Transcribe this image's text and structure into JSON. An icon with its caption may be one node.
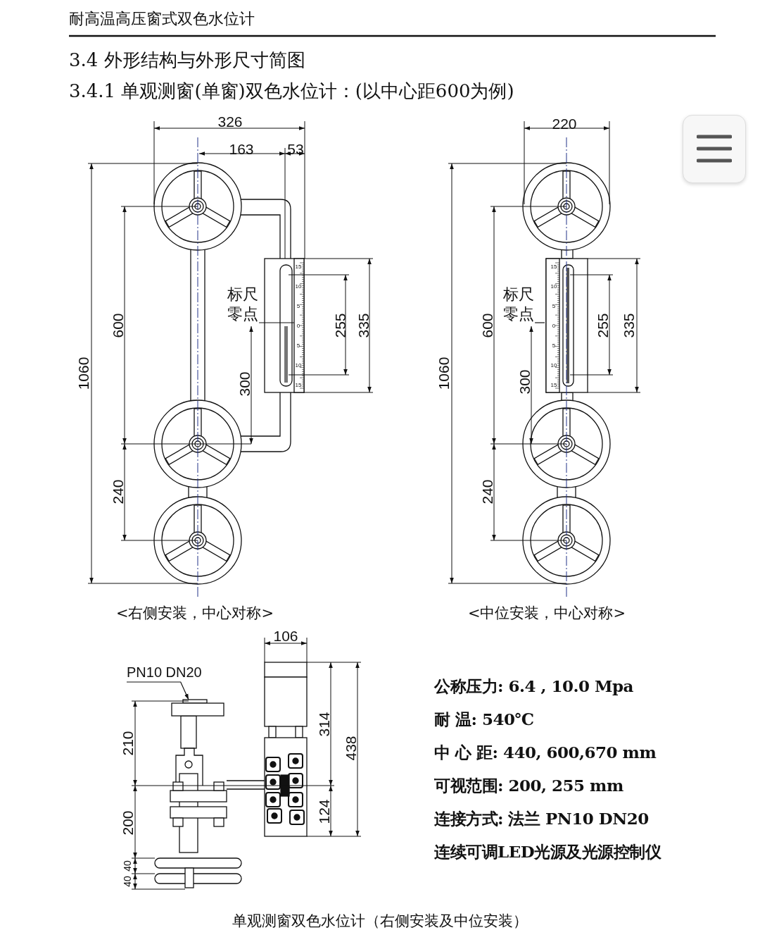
{
  "diagram": {
    "title": "耐高温高压窗式双色水位计",
    "caption": "单观测窗双色水位计（右侧安装及中位安装）",
    "nodes": [
      {
        "text": [
          "标尺零点"
        ]
      },
      {
        "text": [
          "标尺零点"
        ]
      },
      {
        "text": [
          "PN10 DN20"
        ]
      },
      {
        "text": [],
        "shape": "box"
      }
    ],
    "edges": [
      {
        "from": 0,
        "to": null,
        "arrow": "none"
      },
      {
        "from": 1,
        "to": null,
        "arrow": "none"
      },
      {
        "from": 2,
        "to": 3,
        "arrow": "to"
      }
    ],
    "labels": [
      "3.4 外形结构与外形尺寸简图",
      "3.4.1 单观测窗(单窗)双色水位计：(以中心距600为例)",
      "326",
      "163",
      "53",
      "1060",
      "600",
      "300",
      "240",
      "15",
      "10",
      "5",
      "0",
      "5",
      "10",
      "15",
      "255",
      "335",
      "220",
      "1060",
      "600",
      "300",
      "240",
      "15",
      "10",
      "5",
      "0",
      "5",
      "10",
      "15",
      "255",
      "335",
      "<右侧安装，中心对称>",
      "<中位安装，中心对称>",
      "106",
      "210",
      "200",
      "40",
      "40",
      "314",
      "438",
      "124",
      "公称压力: 6.4 , 10.0 Mpa",
      "耐 温: 540℃",
      "中 心 距: 440, 600,670 mm",
      "可视范围: 200, 255 mm",
      "连接方式: 法兰 PN10 DN20",
      "连续可调LED光源及光源控制仪"
    ]
  }
}
